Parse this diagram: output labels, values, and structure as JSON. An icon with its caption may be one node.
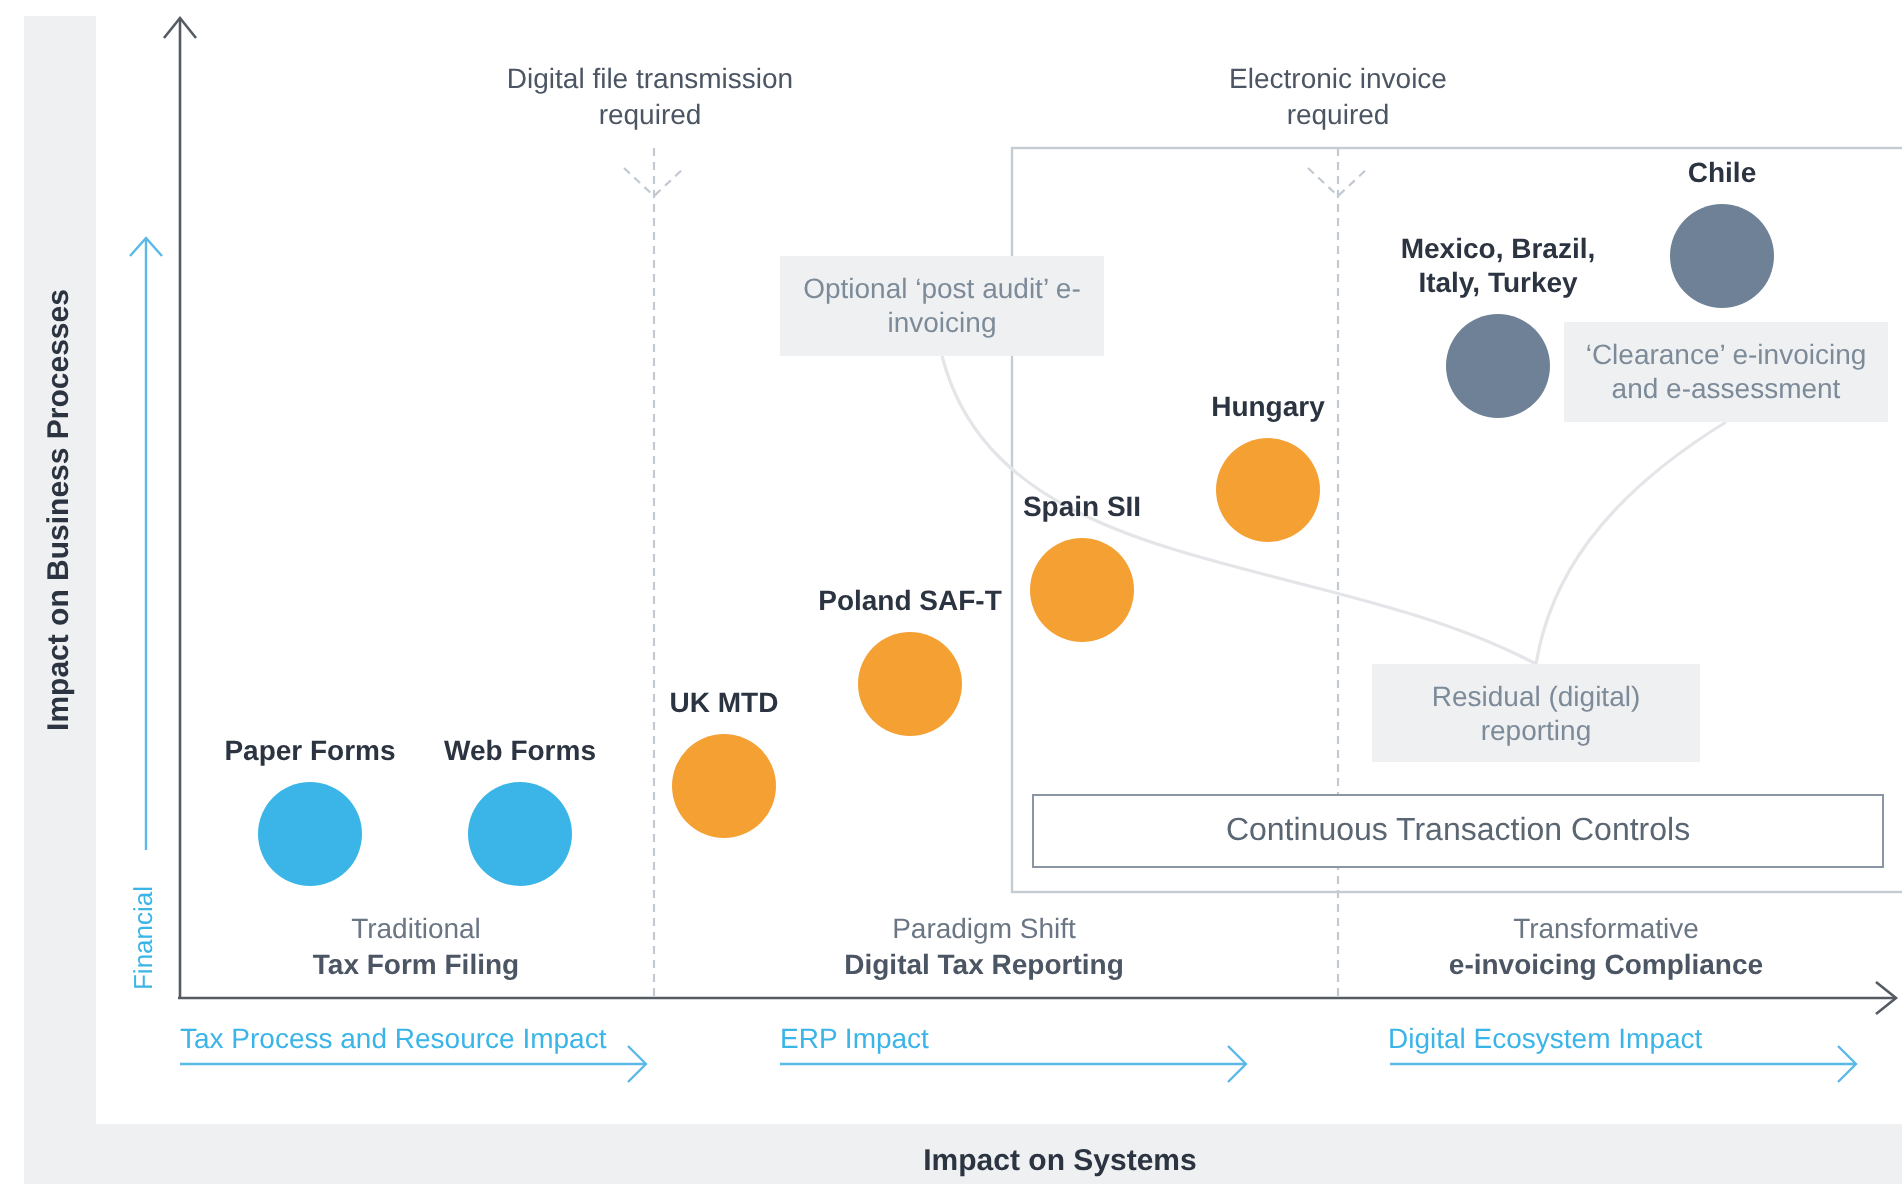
{
  "diagram": {
    "nodes": [
      {
        "text": [
          "Optional ‘post audit’ e-invoicing"
        ]
      },
      {
        "text": [
          "Chile"
        ]
      },
      {
        "text": [
          "Mexico, Brazil, Italy, Turkey"
        ]
      },
      {
        "text": [
          "‘Clearance’ e-invoicing and e-assessment"
        ]
      },
      {
        "text": [
          "Hungary"
        ]
      },
      {
        "text": [
          "Spain SII"
        ]
      },
      {
        "text": [
          "Poland SAF-T"
        ]
      },
      {
        "text": [
          "UK MTD"
        ]
      },
      {
        "text": [
          "Paper Forms"
        ]
      },
      {
        "text": [
          "Web Forms"
        ]
      },
      {
        "text": [
          "Residual (digital) reporting"
        ]
      },
      {
        "text": [
          "Continuous Transaction Controls"
        ]
      }
    ],
    "edges": [
      {
        "from": 0,
        "to": 10,
        "arrow": "none"
      },
      {
        "from": 3,
        "to": 10,
        "arrow": "none"
      }
    ],
    "labels": [
      "Digital file transmission required",
      "Electronic invoice required",
      "Impact on Business Processes",
      "Financial",
      "Traditional **Tax Form Filing**",
      "Paradigm Shift **Digital Tax Reporting**",
      "Transformative **e-invoicing Compliance**",
      "Tax Process and Resource Impact",
      "ERP Impact",
      "Digital Ecosystem Impact",
      "Impact on Systems"
    ]
  }
}
